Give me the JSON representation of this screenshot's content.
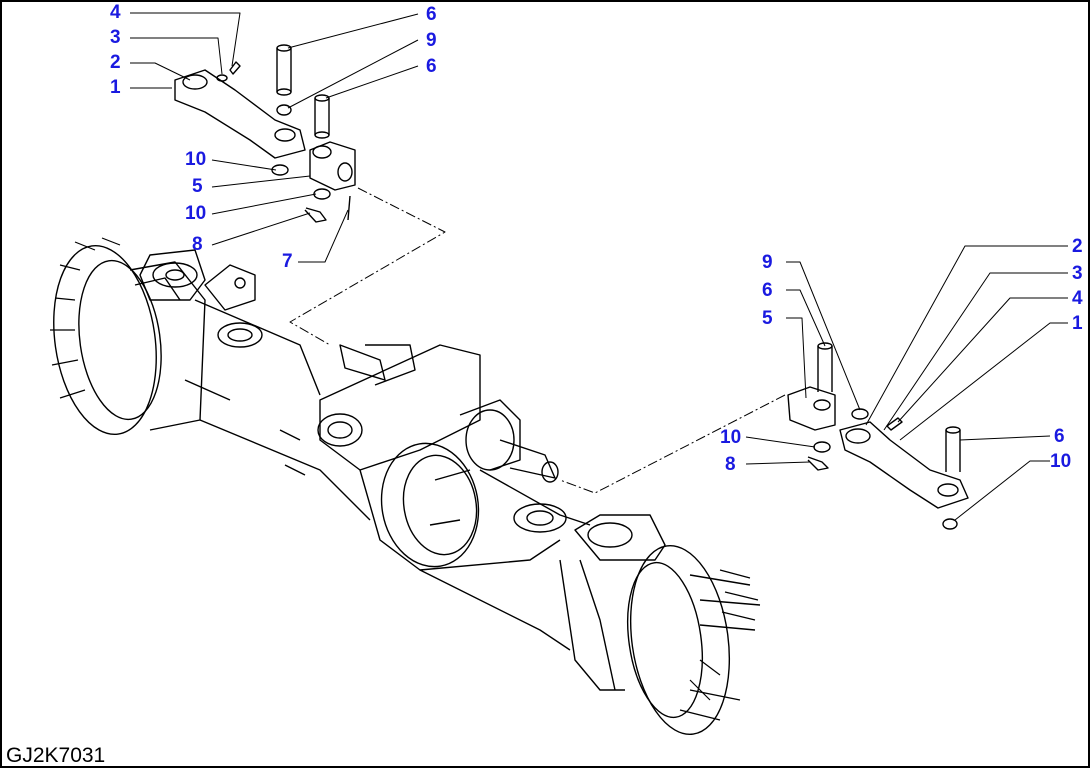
{
  "drawing_id": "GJ2K7031",
  "colors": {
    "label": "#1a1ae0",
    "line": "#000000",
    "background": "#ffffff"
  },
  "callouts_left": [
    "4",
    "3",
    "2",
    "1",
    "6",
    "9",
    "6",
    "10",
    "5",
    "10",
    "8",
    "7"
  ],
  "callouts_right": [
    "9",
    "6",
    "5",
    "10",
    "8",
    "2",
    "3",
    "4",
    "1",
    "6",
    "10"
  ]
}
